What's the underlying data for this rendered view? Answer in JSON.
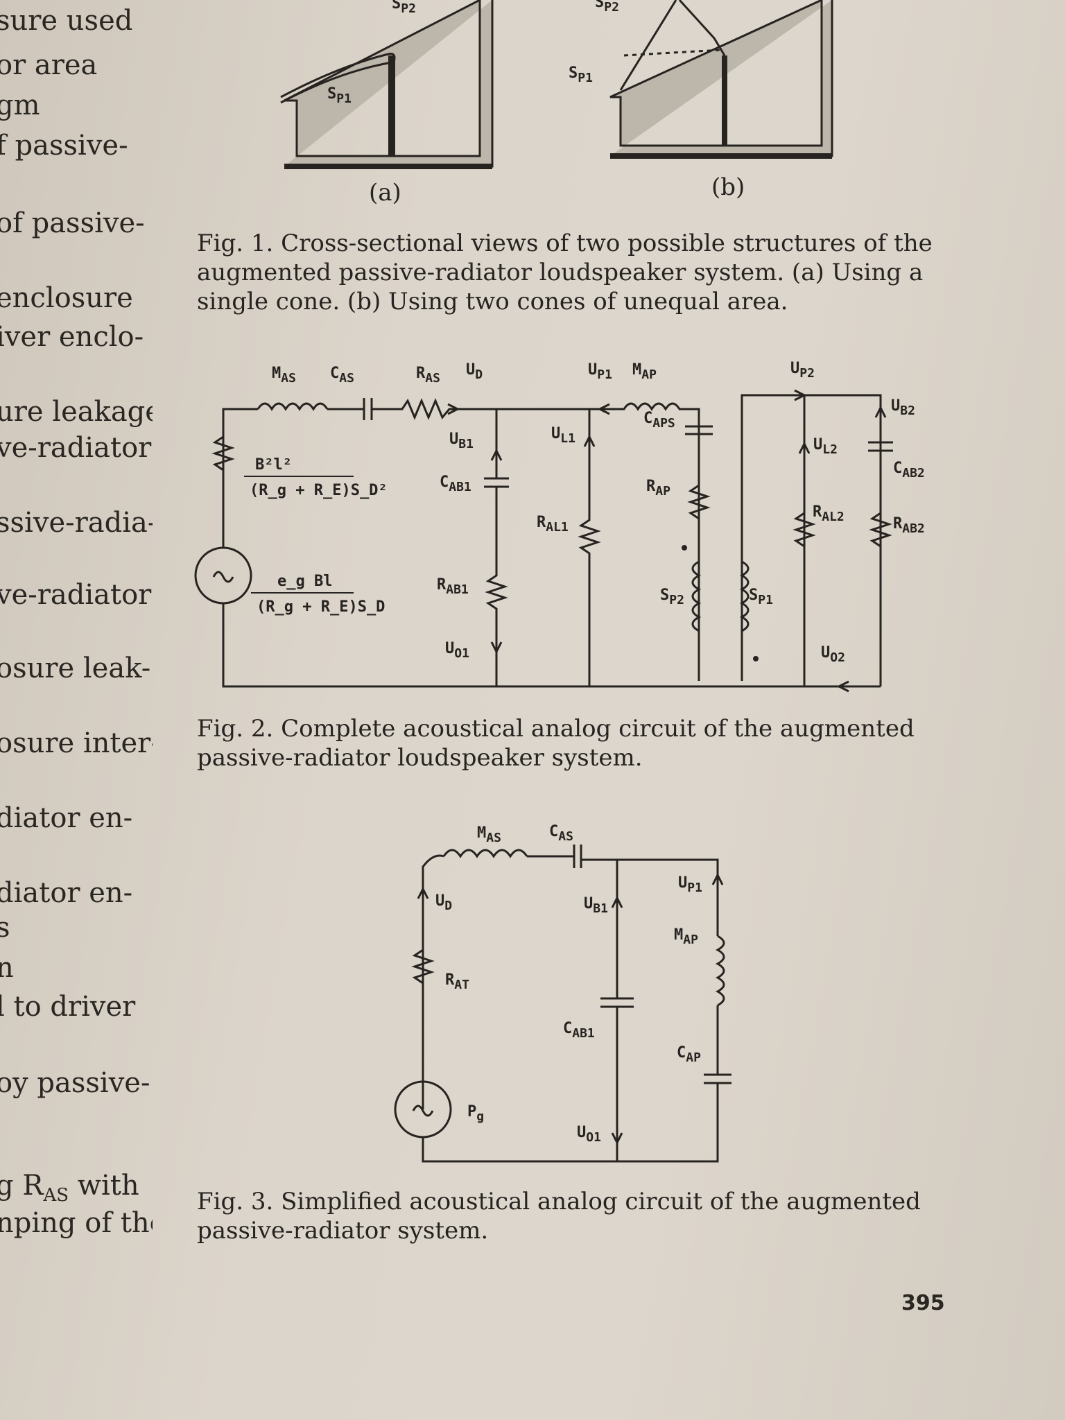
{
  "margin_fragments": [
    {
      "text": "sure used"
    },
    {
      "text": "or area"
    },
    {
      "text": "gm"
    },
    {
      "text": "f passive-"
    },
    {
      "text": "of passive-"
    },
    {
      "text": "enclosure"
    },
    {
      "text": "iver enclo-"
    },
    {
      "text": "ure leakage"
    },
    {
      "text": "ve-radiator"
    },
    {
      "text": "ssive-radia-"
    },
    {
      "text": "ve-radiator"
    },
    {
      "text": "osure leak-"
    },
    {
      "text": "osure inter-"
    },
    {
      "text": "diator en-"
    },
    {
      "text": "diator en-"
    },
    {
      "text": "s"
    },
    {
      "text": "n"
    },
    {
      "text": "l to driver"
    },
    {
      "text": "oy passive-"
    },
    {
      "text": "g R",
      "sub": "AS",
      "after": " with"
    },
    {
      "text": "nping of the"
    }
  ],
  "fig1": {
    "label_a": "(a)",
    "label_b": "(b)",
    "a_cone": "S",
    "a_cone_sub": "P1",
    "a_top": "S",
    "a_top_sub": "P2",
    "b_cone": "S",
    "b_cone_sub": "P1",
    "b_top": "S",
    "b_top_sub": "P2",
    "caption": "Fig. 1. Cross-sectional views of two possible structures of the augmented passive-radiator loudspeaker system. (a) Using a single cone. (b) Using two cones of unequal area."
  },
  "fig2": {
    "labels": {
      "mas": "M",
      "mas_sub": "AS",
      "cas": "C",
      "cas_sub": "AS",
      "ras": "R",
      "ras_sub": "AS",
      "ud": "U",
      "ud_sub": "D",
      "up1": "U",
      "up1_sub": "P1",
      "map": "M",
      "map_sub": "AP",
      "up2": "U",
      "up2_sub": "P2",
      "caps": "C",
      "caps_sub": "APS",
      "ub1": "U",
      "ub1_sub": "B1",
      "ul1": "U",
      "ul1_sub": "L1",
      "ub2": "U",
      "ub2_sub": "B2",
      "ul2": "U",
      "ul2_sub": "L2",
      "cab1": "C",
      "cab1_sub": "AB1",
      "cab2": "C",
      "cab2_sub": "AB2",
      "rap": "R",
      "rap_sub": "AP",
      "ral1": "R",
      "ral1_sub": "AL1",
      "ral2": "R",
      "ral2_sub": "AL2",
      "rab1": "R",
      "rab1_sub": "AB1",
      "rab2": "R",
      "rab2_sub": "AB2",
      "sp2": "S",
      "sp2_sub": "P2",
      "sp1": "S",
      "sp1_sub": "P1",
      "uo1": "U",
      "uo1_sub": "O1",
      "uo2": "U",
      "uo2_sub": "O2",
      "frac1_num": "B²l²",
      "frac1_den": "(R_g + R_E)S_D²",
      "frac2_num": "e_g Bl",
      "frac2_den": "(R_g + R_E)S_D"
    },
    "caption": "Fig. 2. Complete acoustical analog circuit of the augmented passive-radiator loudspeaker system."
  },
  "fig3": {
    "labels": {
      "mas": "M",
      "mas_sub": "AS",
      "cas": "C",
      "cas_sub": "AS",
      "ud": "U",
      "ud_sub": "D",
      "ub1": "U",
      "ub1_sub": "B1",
      "up1": "U",
      "up1_sub": "P1",
      "map": "M",
      "map_sub": "AP",
      "rat": "R",
      "rat_sub": "AT",
      "cab1": "C",
      "cab1_sub": "AB1",
      "cap": "C",
      "cap_sub": "AP",
      "pg": "P",
      "pg_sub": "g",
      "uo1": "U",
      "uo1_sub": "O1"
    },
    "caption": "Fig. 3. Simplified acoustical analog circuit of the augmented passive-radiator system."
  },
  "page_number": "395"
}
